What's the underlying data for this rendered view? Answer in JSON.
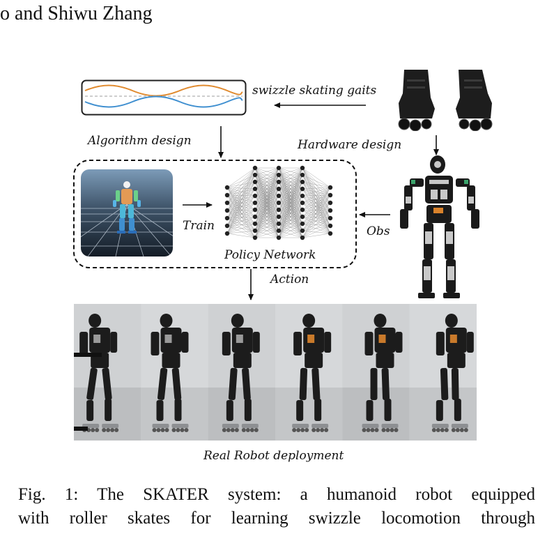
{
  "header": {
    "authors": "o and Shiwu Zhang"
  },
  "figure": {
    "labels": {
      "gaits": "swizzle skating gaits",
      "algorithm": "Algorithm design",
      "hardware": "Hardware design",
      "train": "Train",
      "obs": "Obs",
      "policy": "Policy Network",
      "action": "Action",
      "deployment": "Real Robot deployment"
    },
    "wave_colors": {
      "top": "#e08a2e",
      "bottom": "#3f8fd0",
      "dashed": "#b0b0b0"
    }
  },
  "caption": {
    "line1": "Fig. 1: The SKATER system: a humanoid robot equipped",
    "line2": "with roller skates for learning swizzle locomotion through"
  }
}
